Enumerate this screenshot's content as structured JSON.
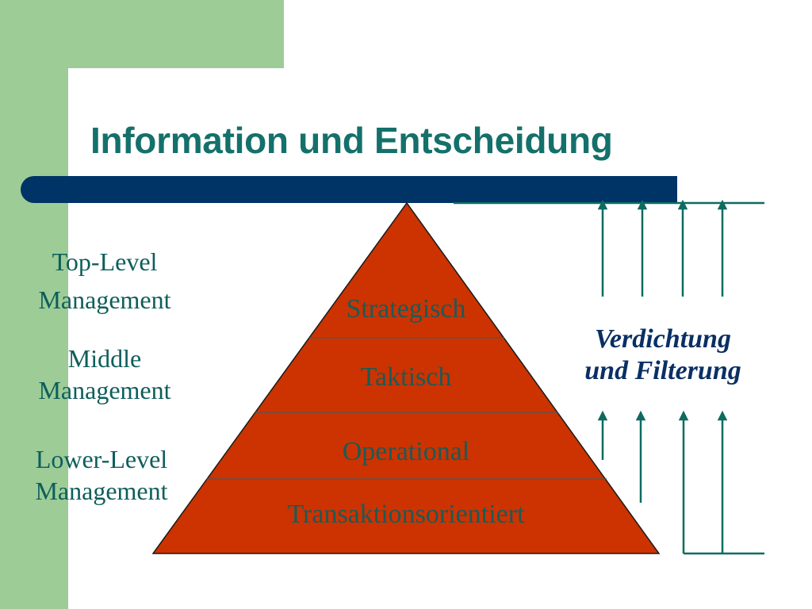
{
  "slide": {
    "title": "Information und Entscheidung"
  },
  "management_levels": [
    {
      "line1": "Top-Level",
      "line2": "Management"
    },
    {
      "line1": "Middle",
      "line2": "Management"
    },
    {
      "line1": "Lower-Level",
      "line2": "Management"
    }
  ],
  "pyramid": {
    "fill_color": "#cc3300",
    "outline_color": "#1a1a1a",
    "layers": [
      "Strategisch",
      "Taktisch",
      "Operational",
      "Transaktionsorientiert"
    ]
  },
  "flow": {
    "line1": "Verdichtung",
    "line2": "und Filterung",
    "arrow_color": "#0d6b60"
  },
  "colors": {
    "accent_green": "#9dcc97",
    "title_teal": "#14706a",
    "bar_navy": "#003366"
  }
}
